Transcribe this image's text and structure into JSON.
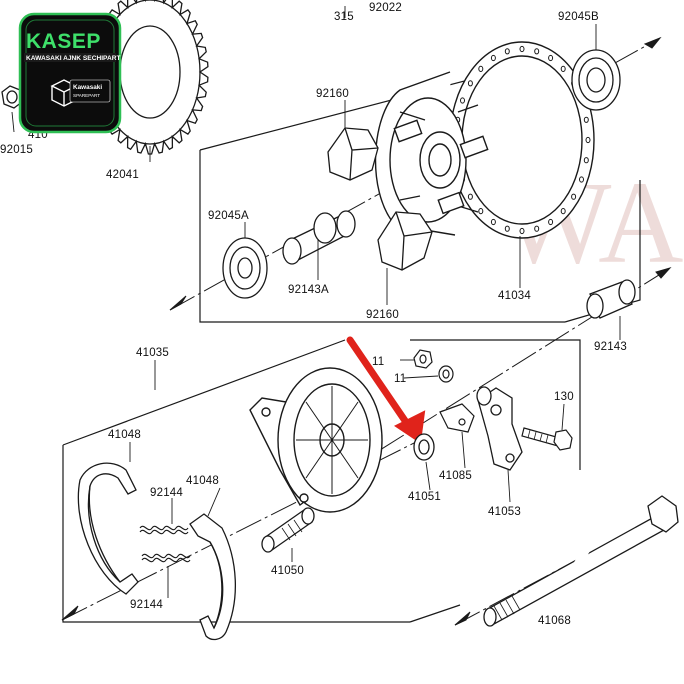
{
  "watermark": "WA",
  "logo": {
    "title": "KASEP",
    "subtitle": "KAWASAKI AJNK SECHIPART",
    "badge_line1": "Kawasaki",
    "badge_line2": "SPAREPART"
  },
  "labels": {
    "p315": "315",
    "p92022": "92022",
    "p92045B": "92045B",
    "p410": "410",
    "p92015": "92015",
    "p42041": "42041",
    "p92160_top": "92160",
    "p92045A": "92045A",
    "p92143A": "92143A",
    "p92160_bottom": "92160",
    "p41034": "41034",
    "p92143": "92143",
    "p41035": "41035",
    "p11_a": "11",
    "p11_b": "11",
    "p130": "130",
    "p41048_left": "41048",
    "p41048_right": "41048",
    "p92144_top": "92144",
    "p92144_bottom": "92144",
    "p41085": "41085",
    "p41051": "41051",
    "p41053": "41053",
    "p41050": "41050",
    "p41068": "41068"
  },
  "colors": {
    "line": "#1a1a1a",
    "accent_arrow": "#e0231b",
    "logo_bg": "#0c0c0c",
    "logo_green": "#3ee06a",
    "watermark": "#c98f86"
  }
}
